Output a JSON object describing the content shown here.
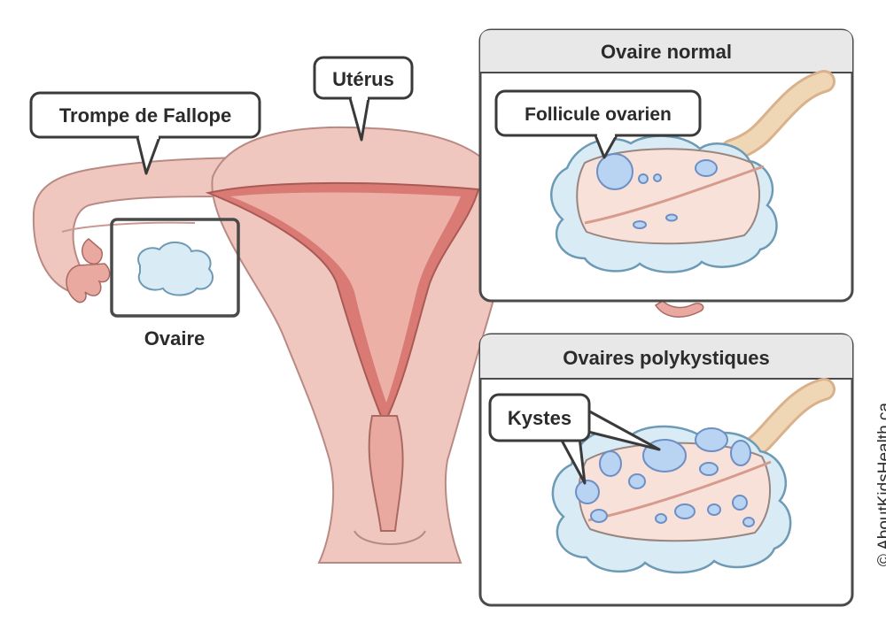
{
  "labels": {
    "uterus": "Utérus",
    "fallopian_tube": "Trompe de Fallope",
    "ovary": "Ovaire"
  },
  "panels": {
    "normal": {
      "title": "Ovaire normal",
      "callout": "Follicule ovarien"
    },
    "polycystic": {
      "title": "Ovaires polykystiques",
      "callout": "Kystes"
    }
  },
  "credit": "© AboutKidsHealth.ca",
  "colors": {
    "tissue": "#f0c7be",
    "tissue_dark": "#d97a74",
    "inner_pink": "#f5d8d0",
    "ovary_blue": "#d9ecf6",
    "cyst_blue": "#b9d3f3",
    "outline": "#3a3a3a",
    "panel_header": "#e8e8e8"
  }
}
